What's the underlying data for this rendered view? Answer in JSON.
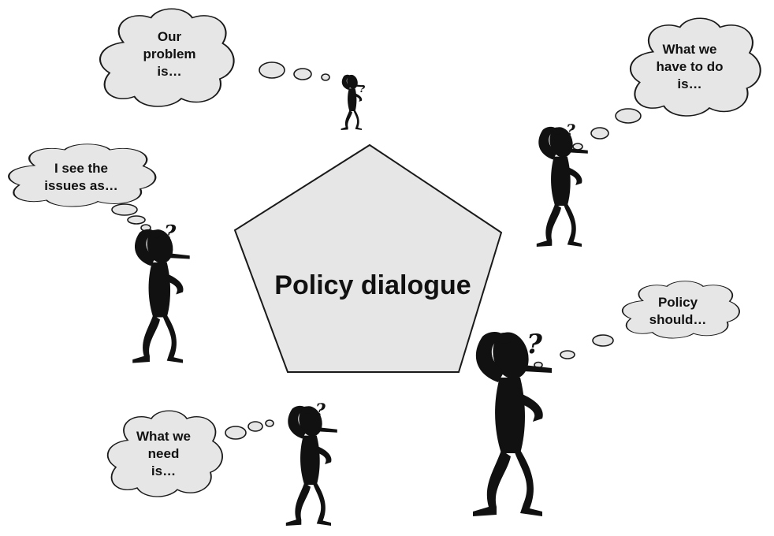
{
  "center": {
    "title": "Policy dialogue"
  },
  "thoughts": [
    {
      "text": "Our\nproblem\nis…"
    },
    {
      "text": "What we\nhave to do\nis…"
    },
    {
      "text": "I see the\nissues as…"
    },
    {
      "text": "Policy\nshould…"
    },
    {
      "text": "What we\nneed\nis…"
    }
  ],
  "question_mark": "?",
  "colors": {
    "fill": "#e6e6e6",
    "ink": "#111111"
  }
}
